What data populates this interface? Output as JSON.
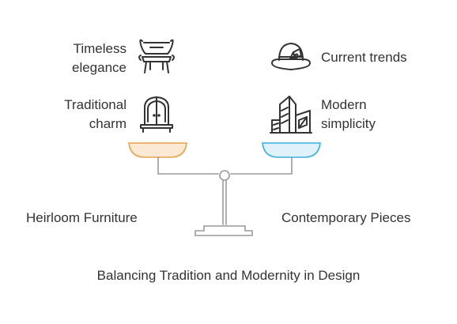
{
  "diagram": {
    "caption": "Balancing Tradition and Modernity in Design",
    "left_side": {
      "title": "Heirloom Furniture",
      "items": [
        {
          "label": "Timeless\nelegance",
          "icon": "antique-chair-icon"
        },
        {
          "label": "Traditional\ncharm",
          "icon": "ornate-cabinet-icon"
        }
      ],
      "pan_color": "#e8a24a",
      "pan_fill": "#fbe9d4"
    },
    "right_side": {
      "title": "Contemporary Pieces",
      "items": [
        {
          "label": "Current trends",
          "icon": "modern-hat-icon"
        },
        {
          "label": "Modern\nsimplicity",
          "icon": "city-buildings-icon"
        }
      ],
      "pan_color": "#3aaee0",
      "pan_fill": "#dff2fb"
    },
    "scale_color": "#9a9a9a"
  }
}
